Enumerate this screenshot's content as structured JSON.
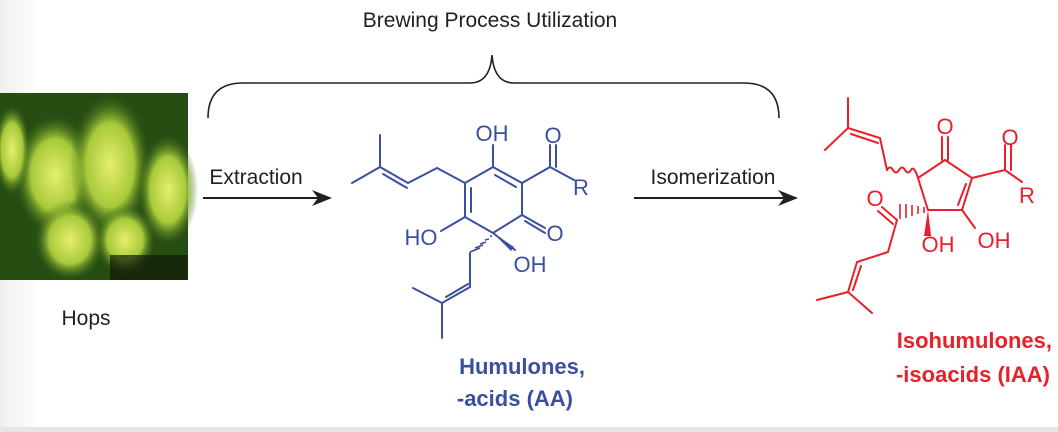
{
  "title": "Brewing Process Utilization",
  "hops_label": "Hops",
  "step1_label": "Extraction",
  "step2_label": "Isomerization",
  "humulone": {
    "name_line1": "Humulones,",
    "name_line2": "-acids (AA)",
    "atoms": {
      "oh_top": "OH",
      "o_acyl": "O",
      "r": "R",
      "o_ring": "O",
      "ho": "HO",
      "oh_bottom": "OH"
    }
  },
  "isohumulone": {
    "name_line1": "Isohumulones,",
    "name_line2": "-isoacids (IAA)",
    "atoms": {
      "o_ring": "O",
      "o_acyl": "O",
      "r": "R",
      "o_side": "O",
      "oh_wedge": "OH",
      "oh_enol": "OH"
    }
  },
  "colors": {
    "humulone": "#3a4fa0",
    "isohumulone": "#e8202a",
    "text": "#231f20"
  }
}
